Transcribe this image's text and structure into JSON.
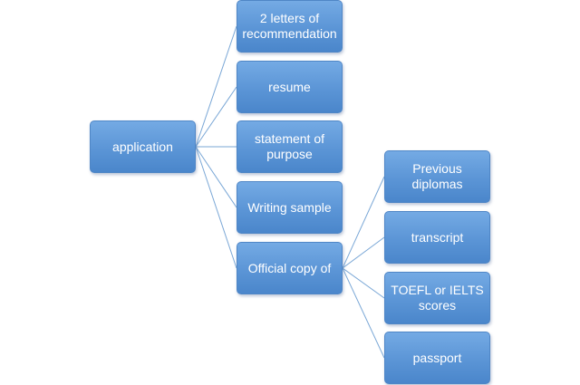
{
  "diagram": {
    "root": {
      "label": "application"
    },
    "children": [
      {
        "label": "2 letters of recommendation"
      },
      {
        "label": "resume"
      },
      {
        "label": "statement of purpose"
      },
      {
        "label": "Writing sample"
      },
      {
        "label": "Official copy of"
      }
    ],
    "official_copy_items": [
      {
        "label": "Previous diplomas"
      },
      {
        "label": "transcript"
      },
      {
        "label": "TOEFL or IELTS scores"
      },
      {
        "label": "passport"
      }
    ]
  }
}
